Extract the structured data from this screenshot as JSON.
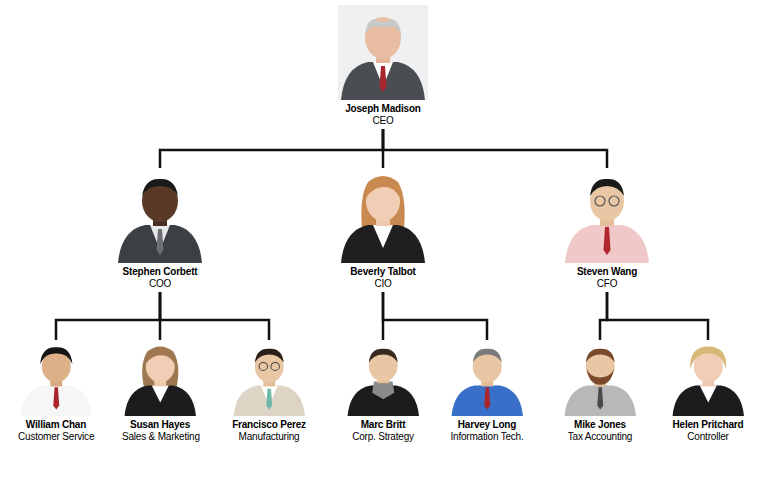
{
  "diagram": {
    "nodes": [
      {
        "text": [
          "Joseph Madison",
          "CEO"
        ]
      },
      {
        "text": [
          "Stephen Corbett",
          "COO"
        ]
      },
      {
        "text": [
          "Beverly Talbot",
          "CIO"
        ]
      },
      {
        "text": [
          "Steven Wang",
          "CFO"
        ]
      },
      {
        "text": [
          "William Chan",
          "Customer Service"
        ]
      },
      {
        "text": [
          "Susan Hayes",
          "Sales & Marketing"
        ]
      },
      {
        "text": [
          "Francisco Perez",
          "Manufacturing"
        ]
      },
      {
        "text": [
          "Marc Britt",
          "Corp. Strategy"
        ]
      },
      {
        "text": [
          "Harvey Long",
          "Information Tech."
        ]
      },
      {
        "text": [
          "Mike Jones",
          "Tax Accounting"
        ]
      },
      {
        "text": [
          "Helen Pritchard",
          "Controller"
        ]
      }
    ],
    "edges": [
      {
        "from": 0,
        "to": 1,
        "arrow": "none"
      },
      {
        "from": 0,
        "to": 2,
        "arrow": "none"
      },
      {
        "from": 0,
        "to": 3,
        "arrow": "none"
      },
      {
        "from": 1,
        "to": 4,
        "arrow": "none"
      },
      {
        "from": 1,
        "to": 5,
        "arrow": "none"
      },
      {
        "from": 1,
        "to": 6,
        "arrow": "none"
      },
      {
        "from": 2,
        "to": 7,
        "arrow": "none"
      },
      {
        "from": 2,
        "to": 8,
        "arrow": "none"
      },
      {
        "from": 3,
        "to": 9,
        "arrow": "none"
      },
      {
        "from": 3,
        "to": 10,
        "arrow": "none"
      }
    ]
  }
}
